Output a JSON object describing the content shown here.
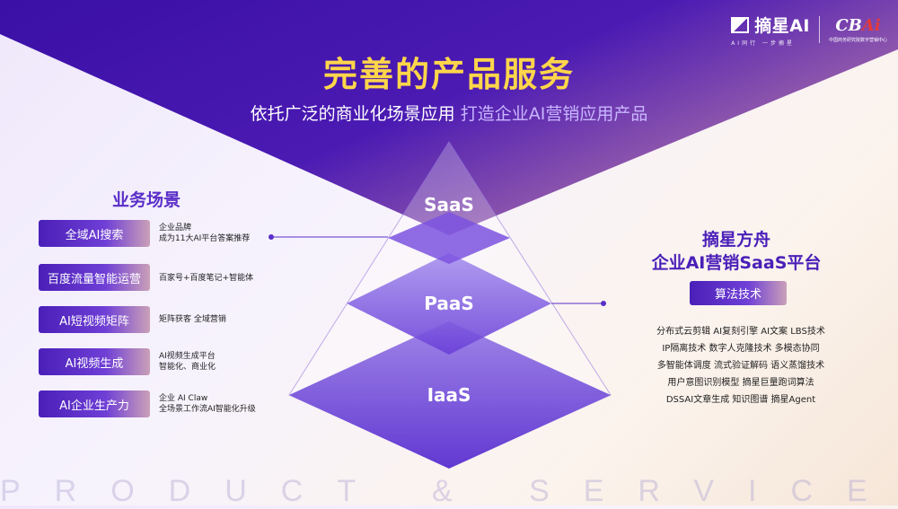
{
  "logo": {
    "brand_name": "摘星AI",
    "brand_sub": "AI同行 一步摘星",
    "partner_prefix": "CB",
    "partner_ai": "Ai",
    "partner_sub": "中国商务研究院数字营销中心"
  },
  "header": {
    "title": "完善的产品服务",
    "subtitle_main": "依托广泛的商业化场景应用",
    "subtitle_highlight": "打造企业AI营销应用产品"
  },
  "pyramid": {
    "top": "SaaS",
    "middle": "PaaS",
    "bottom": "IaaS"
  },
  "business": {
    "title": "业务场景",
    "items": [
      {
        "label": "全域AI搜索",
        "desc": [
          "企业品牌",
          "成为11大AI平台答案推荐"
        ]
      },
      {
        "label": "百度流量智能运营",
        "desc": [
          "百家号+百度笔记+智能体"
        ]
      },
      {
        "label": "AI短视频矩阵",
        "desc": [
          "矩阵获客 全域营销"
        ]
      },
      {
        "label": "AI视频生成",
        "desc": [
          "AI视频生成平台",
          "智能化、商业化"
        ]
      },
      {
        "label": "AI企业生产力",
        "desc": [
          "企业 AI Claw",
          "全场景工作流AI智能化升级"
        ]
      }
    ]
  },
  "platform": {
    "title_line1": "摘星方舟",
    "title_line2": "企业AI营销SaaS平台",
    "algo_button": "算法技术",
    "tech_lines": [
      "分布式云剪辑  AI复刻引擎  AI文案 LBS技术",
      "IP隔离技术  数字人克隆技术  多模态协同",
      "多智能体调度  流式验证解码  语义蒸馏技术",
      "用户意图识别模型  摘星巨量跑词算法",
      "DSSAI文章生成  知识图谱  摘星Agent"
    ]
  },
  "footer": {
    "text": "PRODUCT & SERVICES"
  },
  "colors": {
    "accent_title": "#ffd64a",
    "brand_purple": "#4a1fb8"
  }
}
